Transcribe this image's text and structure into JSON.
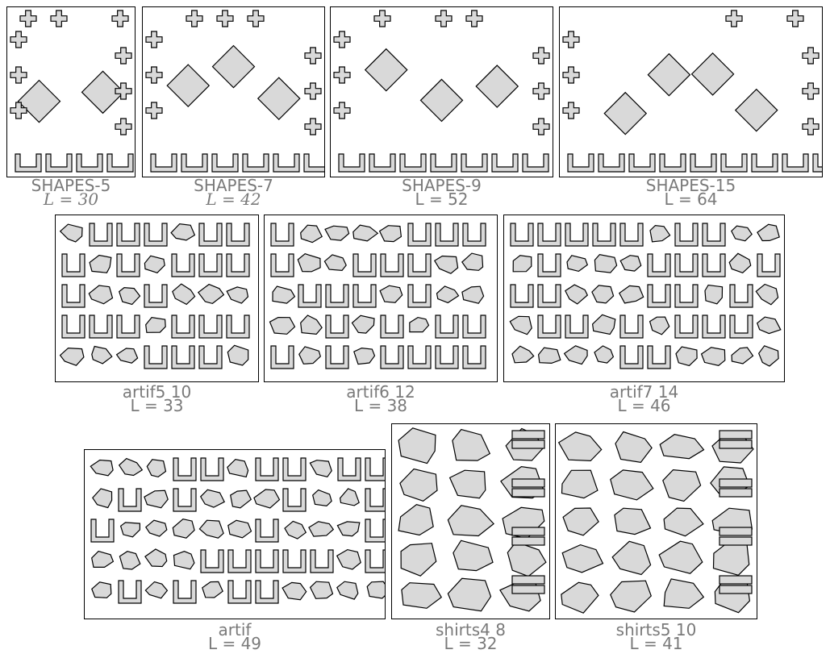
{
  "figure": {
    "panels": [
      {
        "id": "shapes5",
        "name": "SHAPES-5",
        "L_label": "L = 30",
        "style": "shapes",
        "L_italic": true
      },
      {
        "id": "shapes7",
        "name": "SHAPES-7",
        "L_label": "L = 42",
        "style": "shapes",
        "L_italic": true
      },
      {
        "id": "shapes9",
        "name": "SHAPES-9",
        "L_label": "L = 52",
        "style": "shapes",
        "L_italic": false
      },
      {
        "id": "shapes15",
        "name": "SHAPES-15",
        "L_label": "L = 64",
        "style": "shapes",
        "L_italic": false
      },
      {
        "id": "artif5",
        "name": "artif5  10",
        "L_label": "L = 33",
        "style": "artif"
      },
      {
        "id": "artif6",
        "name": "artif6  12",
        "L_label": "L = 38",
        "style": "artif"
      },
      {
        "id": "artif7",
        "name": "artif7  14",
        "L_label": "L = 46",
        "style": "artif"
      },
      {
        "id": "artif",
        "name": "artif",
        "L_label": "L = 49",
        "style": "artif"
      },
      {
        "id": "shirts4",
        "name": "shirts4  8",
        "L_label": "L = 32",
        "style": "shirts"
      },
      {
        "id": "shirts5",
        "name": "shirts5  10",
        "L_label": "L = 41",
        "style": "shirts"
      }
    ],
    "colors": {
      "fill": "#d9d9d9",
      "stroke": "#000000",
      "caption": "#7a7a7a"
    }
  }
}
